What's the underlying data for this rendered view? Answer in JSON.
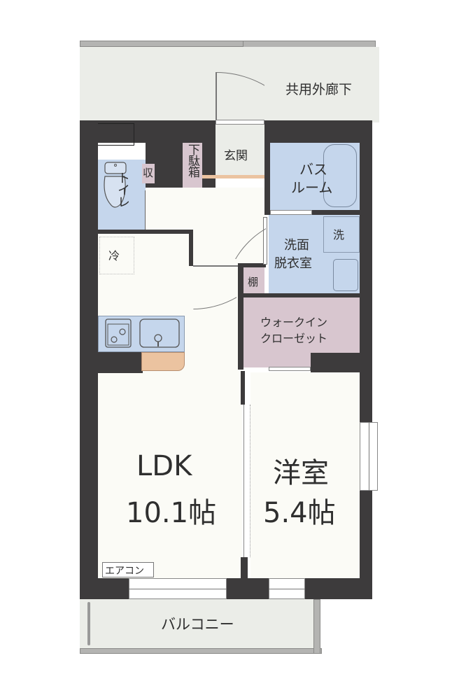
{
  "floorplan": {
    "rooms": {
      "corridor": "共用外廊下",
      "entrance": "玄関",
      "shoe_box": "下駄箱",
      "storage_small": "収",
      "toilet": "トイレ",
      "bathroom": "バスルーム",
      "bathroom_line1": "バス",
      "bathroom_line2": "ルーム",
      "washroom_line1": "洗面",
      "washroom_line2": "脱衣室",
      "washer": "洗",
      "shelf": "棚",
      "fridge": "冷",
      "wic_line1": "ウォークイン",
      "wic_line2": "クローゼット",
      "ldk_name": "LDK",
      "ldk_size": "10.1帖",
      "western_name": "洋室",
      "western_size": "5.4帖",
      "aircon": "エアコン",
      "balcony": "バルコニー"
    },
    "colors": {
      "wall": "#3d3b3c",
      "floor": "#fbfbf6",
      "wet_area": "#c5d6ec",
      "storage": "#d8c6cf",
      "counter": "#ebc3a0",
      "corridor": "#ebede8"
    }
  }
}
